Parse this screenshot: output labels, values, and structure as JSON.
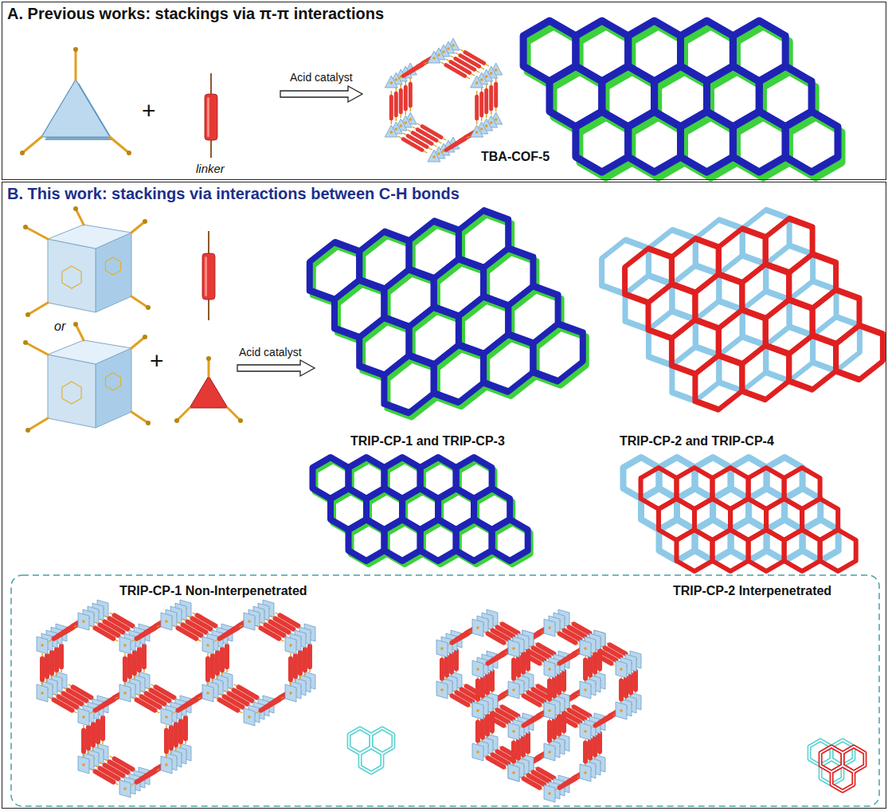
{
  "diagram": {
    "nodes": [
      {
        "text": [
          "A. Previous works: stackings via π-π interactions"
        ]
      },
      {
        "text": [
          "B. This work: stackings via interactions between C-H bonds"
        ]
      }
    ],
    "labels": [
      "+",
      "linker",
      "Acid catalyst",
      "TBA-COF-5",
      "or",
      "+",
      "Acid catalyst",
      "TRIP-CP-1 and TRIP-CP-3",
      "TRIP-CP-2 and TRIP-CP-4",
      "TRIP-CP-1 Non-Interpenetrated",
      "TRIP-CP-2 Interpenetrated"
    ]
  }
}
